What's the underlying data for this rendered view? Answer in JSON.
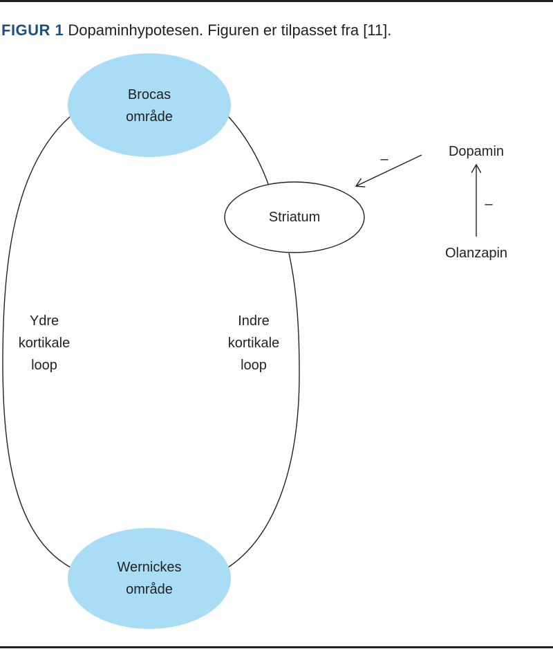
{
  "caption": {
    "figure_label": "FIGUR 1",
    "text": "Dopaminhypotesen. Figuren er tilpasset fra [11]."
  },
  "nodes": {
    "broca": {
      "line1": "Brocas",
      "line2": "område"
    },
    "wernicke": {
      "line1": "Wernickes",
      "line2": "område"
    },
    "striatum": {
      "label": "Striatum"
    },
    "dopamin": {
      "label": "Dopamin"
    },
    "olanzapin": {
      "label": "Olanzapin"
    }
  },
  "loops": {
    "outer": {
      "line1": "Ydre",
      "line2": "kortikale",
      "line3": "loop"
    },
    "inner": {
      "line1": "Indre",
      "line2": "kortikale",
      "line3": "loop"
    }
  },
  "signs": {
    "dopamin_to_striatum": "–",
    "olanzapin_to_dopamin": "–"
  },
  "colors": {
    "area_fill": "#a9dcf5",
    "caption_accent": "#1f4f7c",
    "line": "#231f20"
  }
}
